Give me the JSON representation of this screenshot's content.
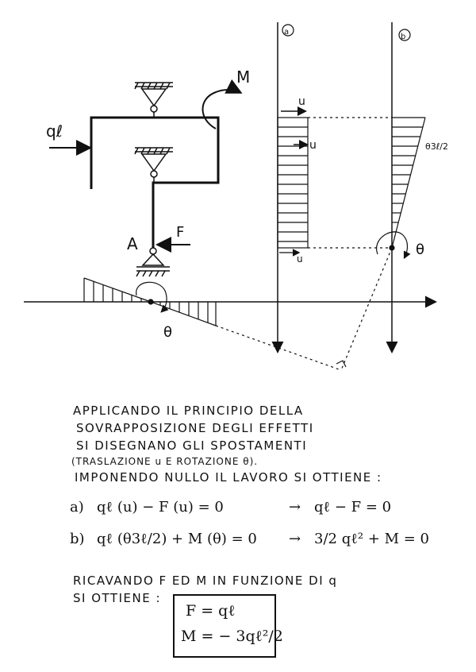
{
  "labels": {
    "M": "M",
    "ql": "qℓ",
    "A": "A",
    "F": "F",
    "a": "a",
    "b": "b",
    "u": "u",
    "theta": "θ",
    "theta3l2": "θ3ℓ/2"
  },
  "text": {
    "line1": "APPLICANDO IL PRINCIPIO DELLA",
    "line2": "SOVRAPPOSIZIONE DEGLI EFFETTI",
    "line3": "SI DISEGNANO GLI SPOSTAMENTI",
    "line4": "(TRASLAZIONE u E ROTAZIONE θ).",
    "line5": "IMPONENDO NULLO IL LAVORO SI OTTIENE :"
  },
  "equations": {
    "eq_a_label": "a)",
    "eq_a_left": "qℓ (u) − F (u) = 0",
    "eq_a_arrow": "→",
    "eq_a_right": "qℓ − F = 0",
    "eq_b_label": "b)",
    "eq_b_left": "qℓ (θ3ℓ/2) + M (θ) = 0",
    "eq_b_arrow": "→",
    "eq_b_right": "3/2 qℓ² + M = 0"
  },
  "result": {
    "intro1": "RICAVANDO F ED M IN FUNZIONE DI q",
    "intro2": "SI OTTIENE :",
    "r1": "F = qℓ",
    "r2": "M = − 3qℓ²/2"
  }
}
